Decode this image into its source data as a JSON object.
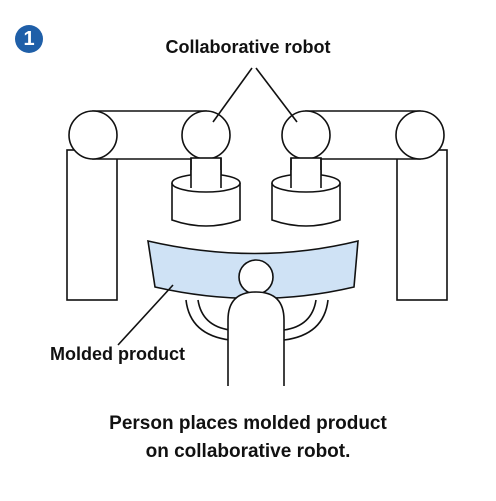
{
  "step_number": "1",
  "labels": {
    "robot": "Collaborative robot",
    "molded_product": "Molded product"
  },
  "caption": {
    "line1": "Person places molded product",
    "line2": "on collaborative robot."
  },
  "colors": {
    "badge": "#1f5fa8",
    "molded_product_fill": "#cfe2f5",
    "line": "#111111"
  }
}
